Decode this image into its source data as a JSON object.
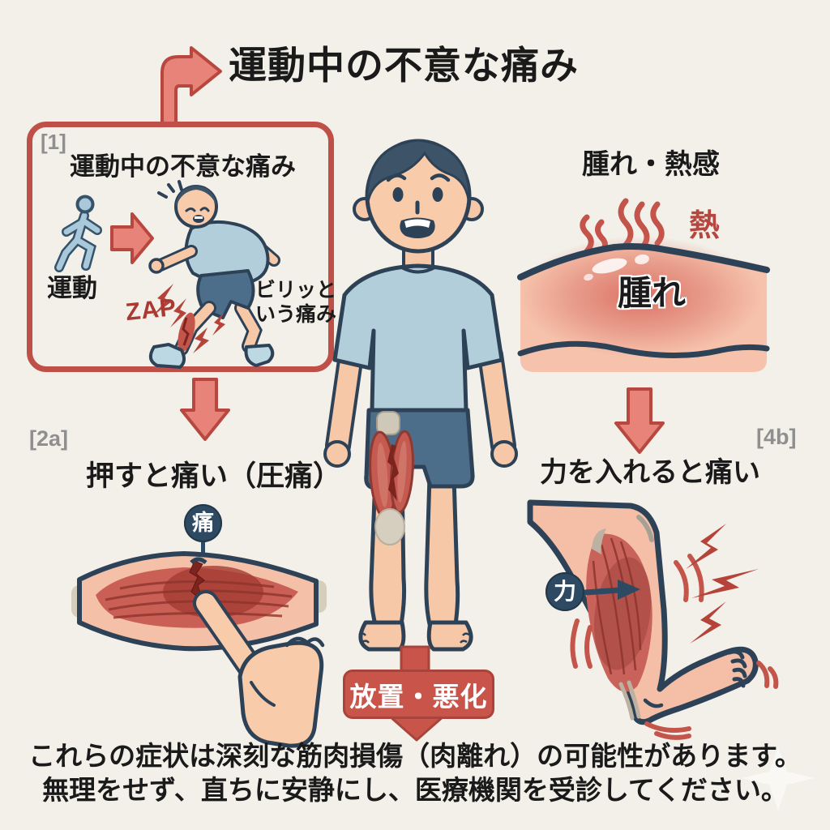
{
  "colors": {
    "background": "#f2f0e9",
    "accent_red": "#c9544a",
    "arrow_fill": "#e8837a",
    "arrow_stroke": "#b8483f",
    "outline_navy": "#2e4257",
    "badge_navy": "#2e4a62",
    "label_gray": "#8f8f8f",
    "heat_red": "#b5473f",
    "zap_red": "#a93a32",
    "skin": "#f6c8a8",
    "muscle_red": "#c8625a",
    "shirt_blue": "#b2cedb",
    "shorts_blue": "#4d6e8a"
  },
  "header": {
    "title": "運動中の不意な痛み"
  },
  "panel_trigger": {
    "ref": "[1]",
    "title": "運動中の不意な痛み",
    "exercise_label": "運動",
    "zap_label": "ZAP",
    "pain_line1": "ビリッと",
    "pain_line2": "いう痛み"
  },
  "panel_swelling": {
    "title": "腫れ・熱感",
    "heat_label": "熱",
    "swelling_label": "腫れ"
  },
  "panel_tenderness": {
    "ref": "[2a]",
    "title": "押すと痛い（圧痛）",
    "pain_badge": "痛"
  },
  "panel_strain": {
    "ref": "[4b]",
    "title": "力を入れると痛い",
    "force_badge": "力"
  },
  "outcome": {
    "badge": "放置・悪化"
  },
  "footer": {
    "line1": "これらの症状は深刻な筋肉損傷（肉離れ）の可能性があります。",
    "line2": "無理をせず、直ちに安静にし、医療機関を受診してください。"
  }
}
